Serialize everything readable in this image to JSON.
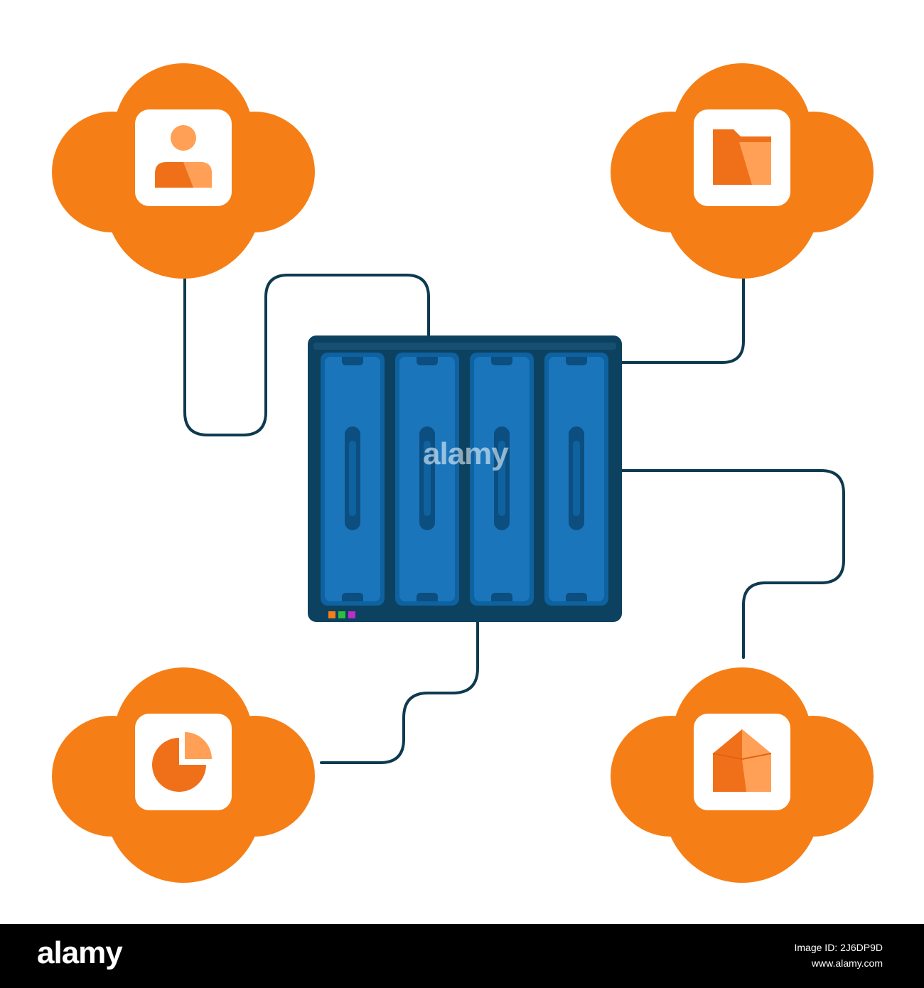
{
  "watermark": "alamy",
  "footer": {
    "brand": "alamy",
    "image_id_label": "Image ID: 2J6DP9D",
    "site": "www.alamy.com"
  },
  "colors": {
    "cloud": "#F57F16",
    "icon_tile": "#FFFFFF",
    "icon_light": "#FFA056",
    "icon_dark": "#F0701A",
    "wire": "#0E3A4F",
    "server_frame": "#0C4160",
    "server_panel": "#0F62A0",
    "server_panel_light": "#1A75BB",
    "server_slot": "#0C4E80",
    "led_orange": "#F57F16",
    "led_green": "#2DBE3E",
    "led_magenta": "#C02CC8",
    "footer_bg": "#000000"
  },
  "nodes": [
    {
      "name": "cloud-user",
      "icon": "user-icon"
    },
    {
      "name": "cloud-folder",
      "icon": "folder-icon"
    },
    {
      "name": "cloud-chart",
      "icon": "pie-chart-icon"
    },
    {
      "name": "cloud-mail",
      "icon": "envelope-icon"
    }
  ],
  "server": {
    "bays": 4,
    "leds": [
      "orange",
      "green",
      "magenta"
    ]
  }
}
